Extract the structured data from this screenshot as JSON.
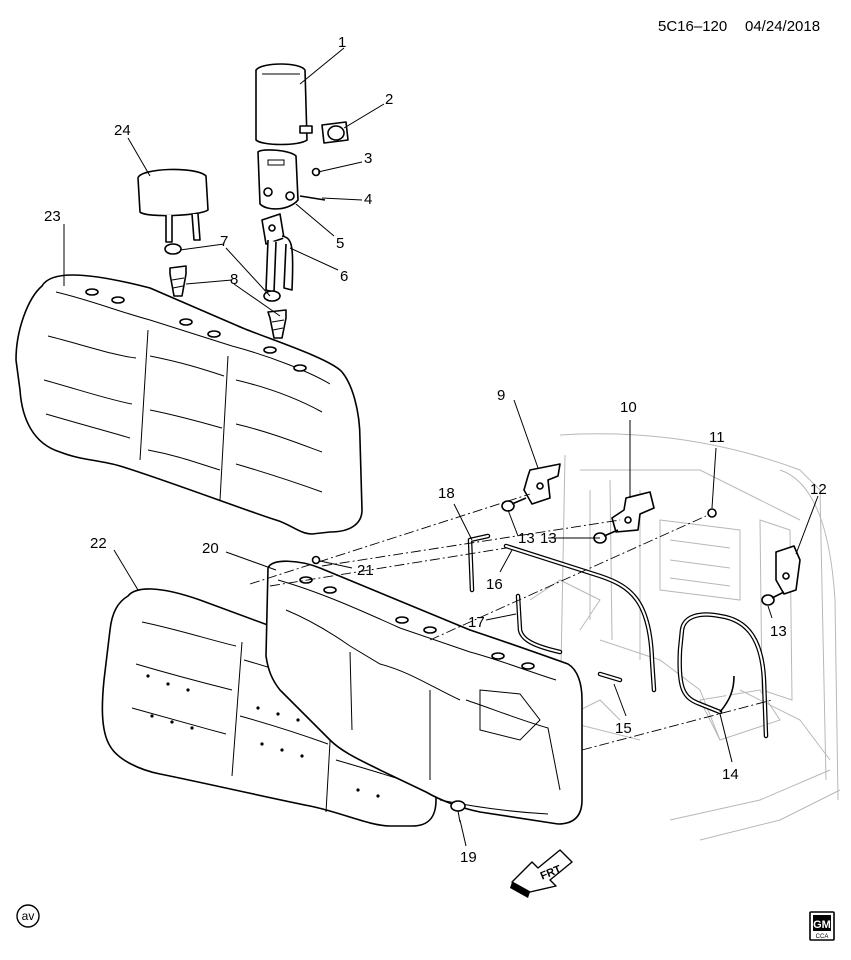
{
  "header": {
    "diagram_id": "5C16–120",
    "date": "04/24/2018"
  },
  "callouts": [
    "1",
    "2",
    "3",
    "4",
    "5",
    "6",
    "7",
    "8",
    "9",
    "10",
    "11",
    "12",
    "13",
    "13",
    "13",
    "14",
    "15",
    "16",
    "17",
    "18",
    "19",
    "20",
    "21",
    "22",
    "23",
    "24"
  ],
  "direction_indicator": {
    "label": "FRT",
    "icon": "front-arrow-icon"
  },
  "corner_badge": {
    "label": "av"
  },
  "logo": {
    "label": "GM",
    "sublabel": "CCA"
  },
  "colors": {
    "line": "#000000",
    "ghost": "#b8b8b8",
    "background": "#ffffff"
  }
}
